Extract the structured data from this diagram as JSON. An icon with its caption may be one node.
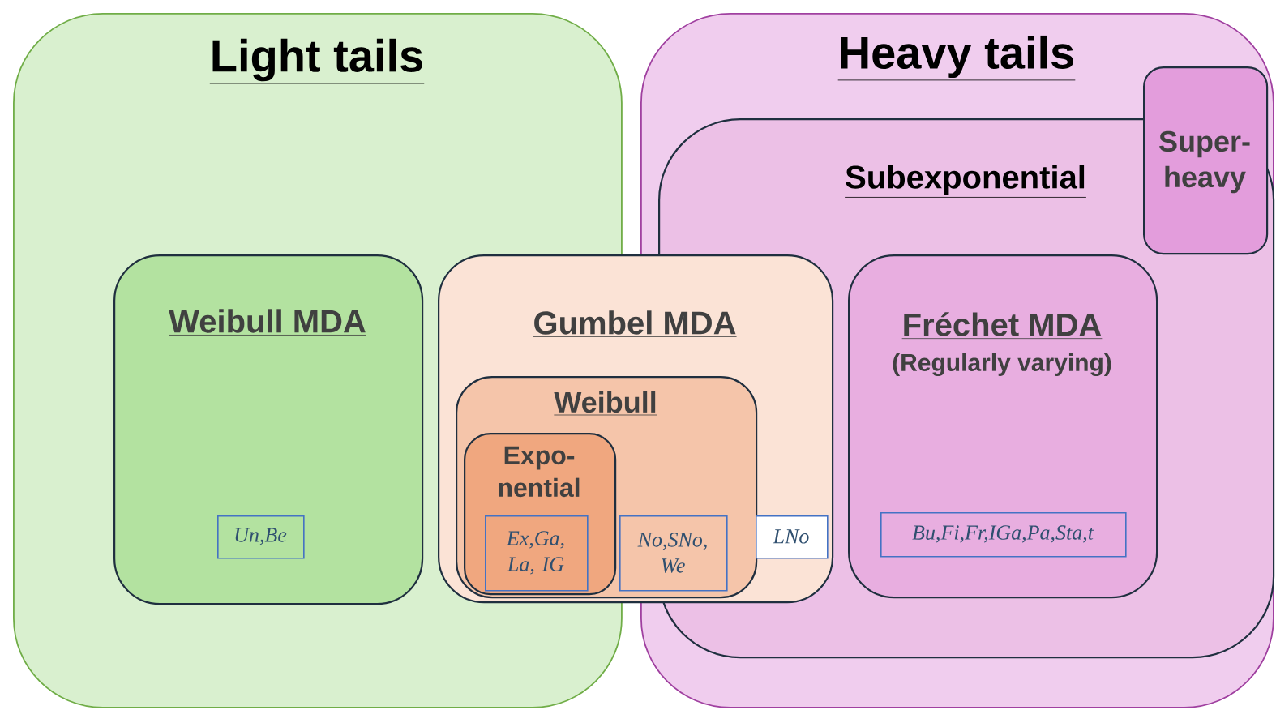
{
  "diagram": {
    "nodes": [
      {
        "text": [
          "Light tails"
        ]
      },
      {
        "text": [
          "Heavy tails"
        ]
      },
      {
        "text": [
          "Super-heavy"
        ],
        "in": 1
      },
      {
        "text": [
          "Subexponential"
        ],
        "in": 1
      },
      {
        "text": [
          "Weibull MDA"
        ],
        "in": 0
      },
      {
        "text": [
          "Gumbel MDA"
        ]
      },
      {
        "text": [
          "Weibull"
        ],
        "in": 5
      },
      {
        "text": [
          "Expo-nential"
        ]
      },
      {
        "text": [
          "Fréchet MDA",
          "(Regularly varying)"
        ],
        "in": 3
      },
      {
        "text": [
          "Un,Be"
        ],
        "in": 4
      },
      {
        "text": [
          "Ex,Ga, La, IG"
        ],
        "in": 7
      },
      {
        "text": [
          "No,SNo, We"
        ],
        "in": 6
      },
      {
        "text": [
          "LNo"
        ]
      },
      {
        "text": [
          "Bu,Fi,Fr,IGa,Pa,Sta,t"
        ],
        "in": 8
      }
    ]
  }
}
